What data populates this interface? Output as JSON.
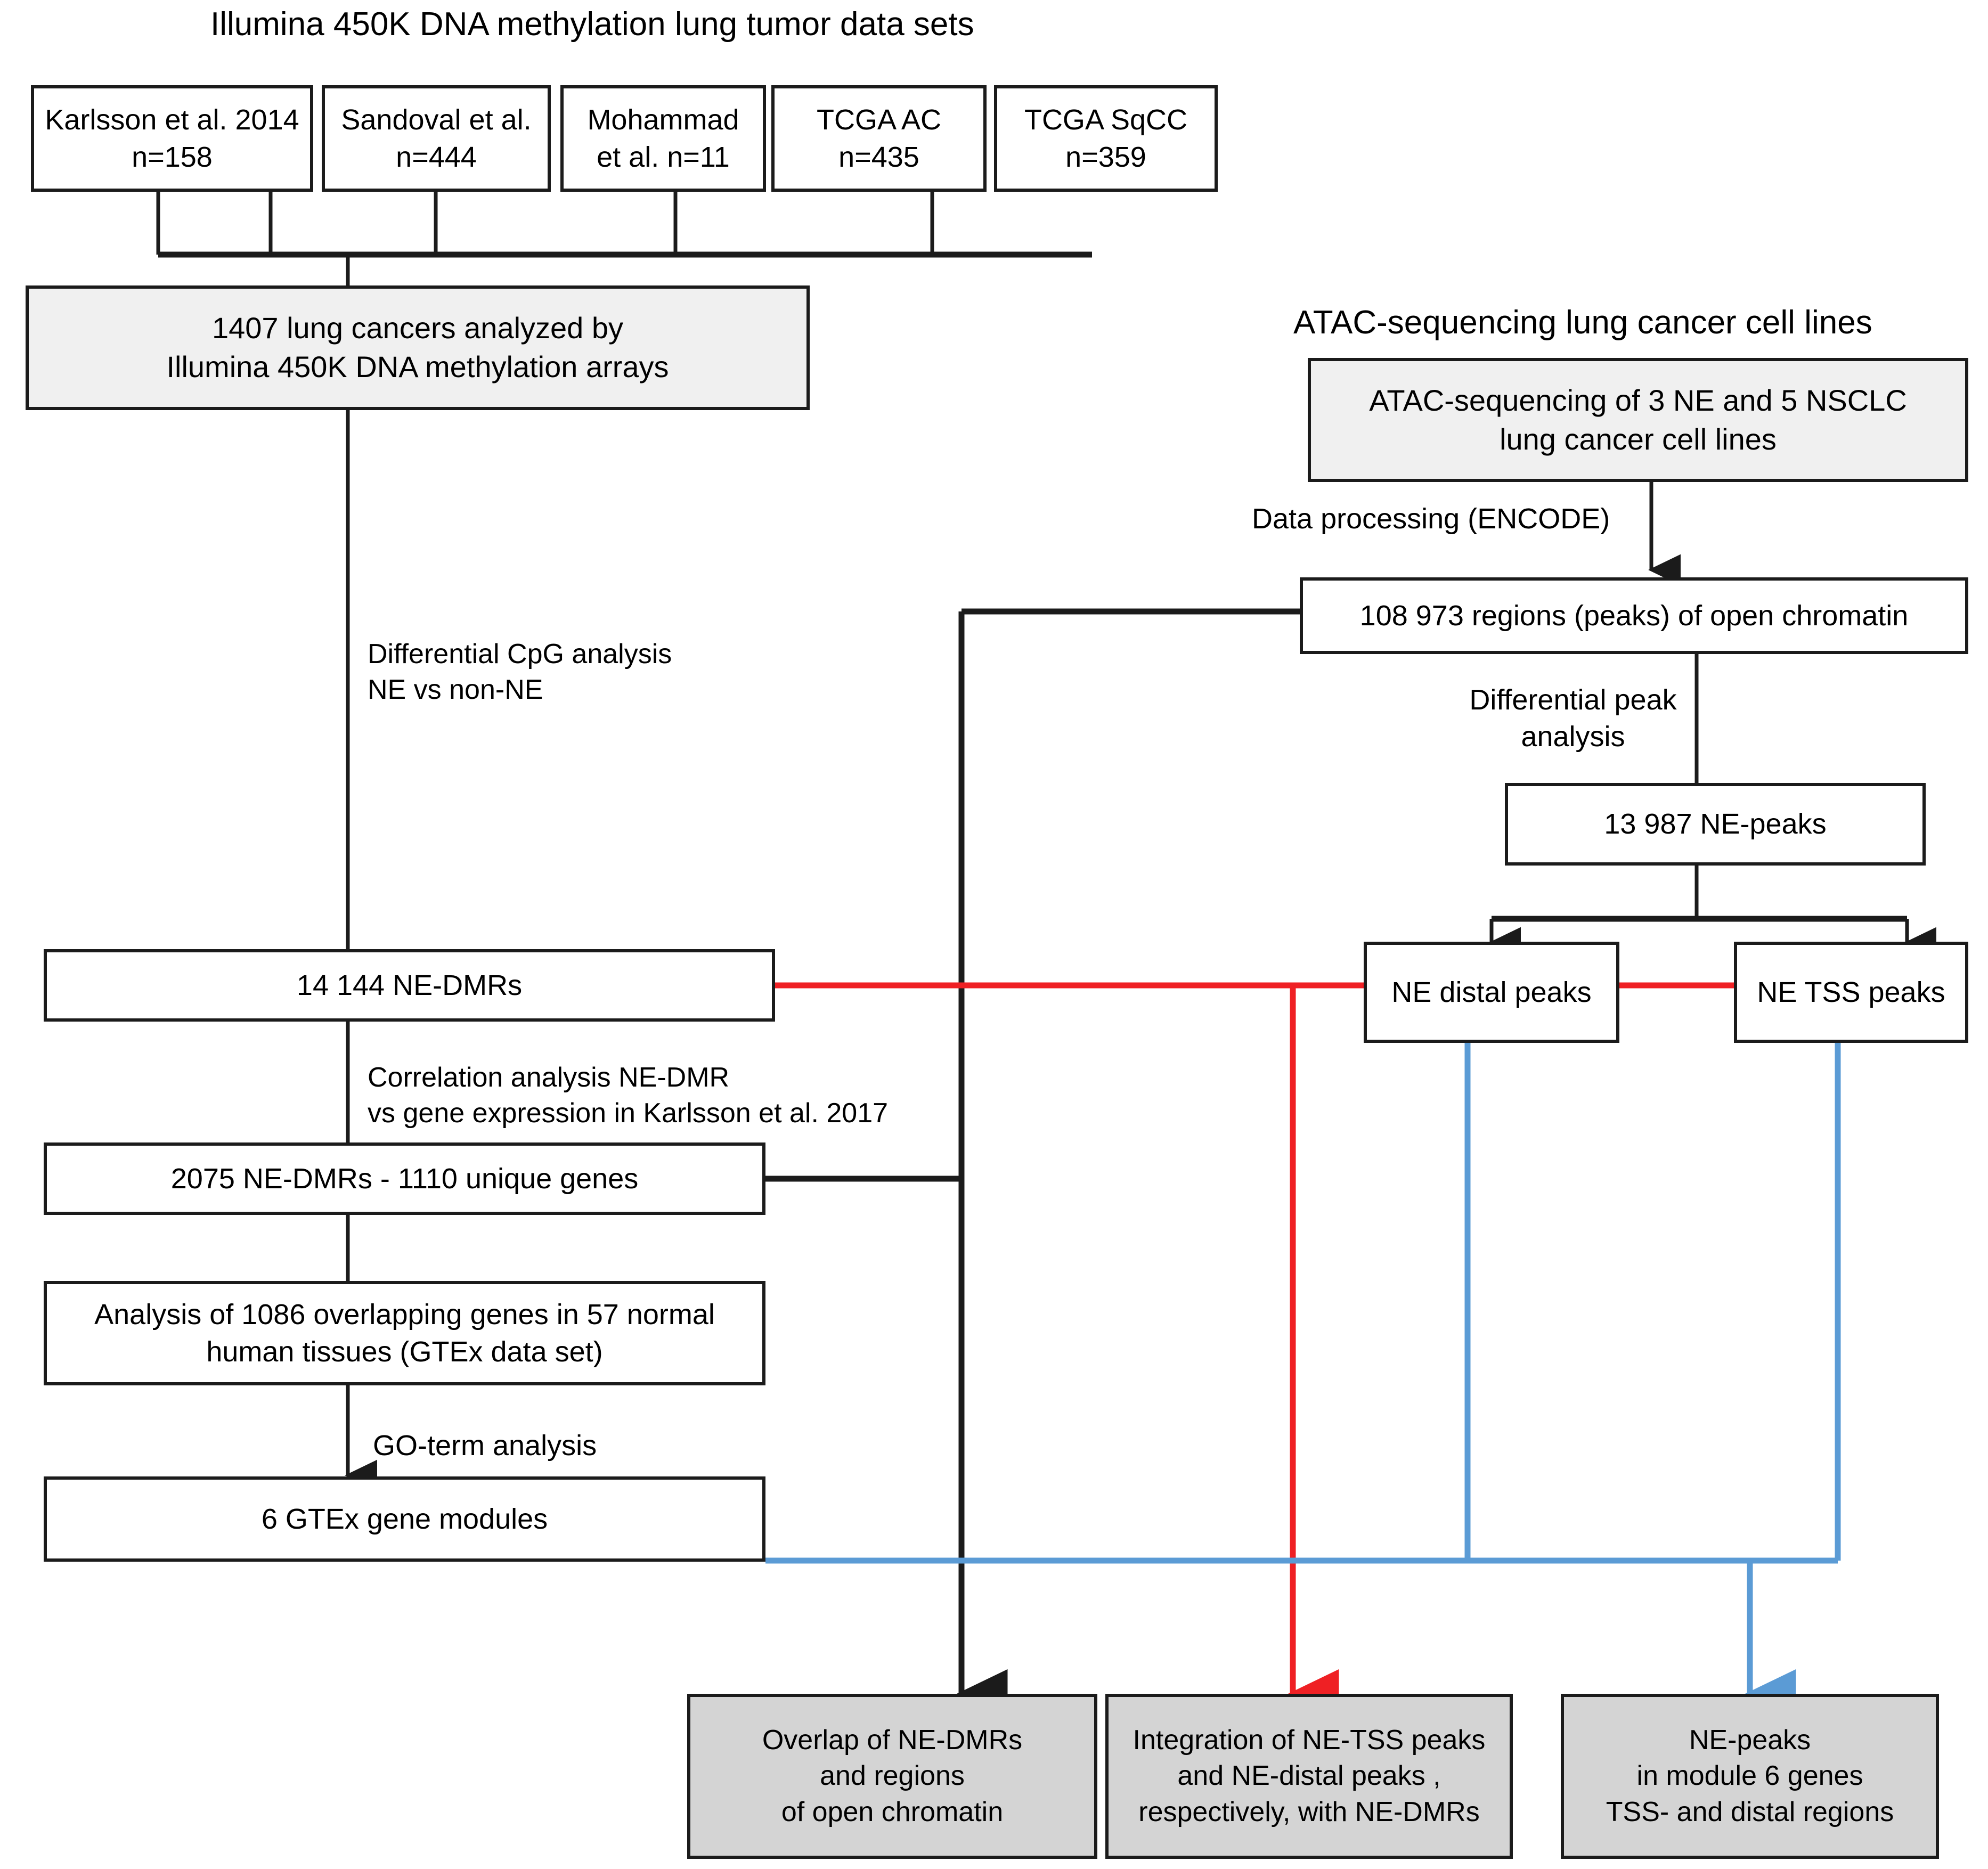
{
  "figure": {
    "type": "flowchart",
    "title_left": "Illumina 450K DNA methylation lung tumor data sets",
    "title_right": "ATAC-sequencing lung cancer cell  lines"
  },
  "colors": {
    "black": "#1b1b1b",
    "red": "#ef2024",
    "blue": "#5b9bd5",
    "shaded_fill": "#f0f0f0",
    "gray_fill": "#d4d4d4",
    "white_fill": "#ffffff"
  },
  "datasets": [
    {
      "id": "karlsson",
      "label": "Karlsson et al. 2014\nn=158"
    },
    {
      "id": "sandoval",
      "label": "Sandoval et al.\nn=444"
    },
    {
      "id": "mohammad",
      "label": "Mohammad\net al. n=11"
    },
    {
      "id": "tcga_ac",
      "label": "TCGA AC\nn=435"
    },
    {
      "id": "tcga_sqcc",
      "label": "TCGA SqCC\nn=359"
    }
  ],
  "nodes": {
    "cohort": "1407 lung cancers analyzed by\nIllumina 450K DNA methylation arrays",
    "ne_dmrs": "14 144 NE-DMRs",
    "dmr_genes": "2075 NE-DMRs - 1110 unique genes",
    "gtex_analysis": "Analysis of 1086 overlapping genes in 57 normal\nhuman tissues (GTEx data set)",
    "gtex_modules": "6 GTEx gene modules",
    "atac_seq": "ATAC-sequencing of 3 NE and 5 NSCLC\nlung cancer cell lines",
    "open_chromatin": "108 973 regions (peaks) of open chromatin",
    "ne_peaks": "13 987 NE-peaks",
    "ne_distal_peaks": "NE distal peaks",
    "ne_tss_peaks": "NE TSS peaks",
    "out_overlap": "Overlap of NE-DMRs\nand regions\nof open chromatin",
    "out_integration": "Integration of NE-TSS peaks\nand NE-distal peaks ,\nrespectively, with NE-DMRs",
    "out_module6": "NE-peaks\nin module 6 genes\nTSS- and distal regions"
  },
  "edge_labels": {
    "differential_cpg": "Differential CpG analysis\nNE vs non-NE",
    "correlation": "Correlation analysis NE-DMR\nvs gene expression in Karlsson et al. 2017",
    "go_term": "GO-term analysis",
    "data_processing": "Data processing (ENCODE)",
    "differential_peak": "Differential peak\nanalysis"
  }
}
